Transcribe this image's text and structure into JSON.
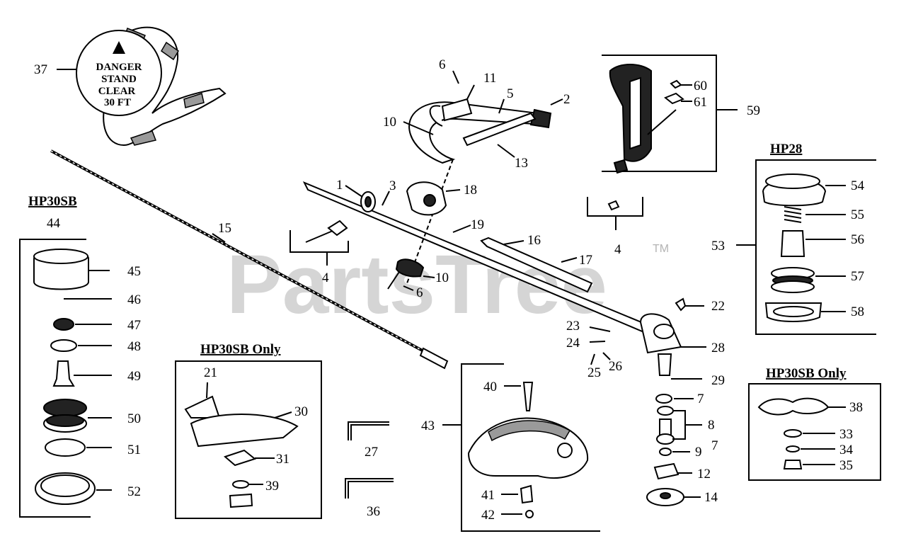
{
  "watermark": {
    "text": "PartsTree",
    "tm": "TM"
  },
  "warning_tag": {
    "line1": "DANGER",
    "line2": "STAND",
    "line3": "CLEAR",
    "line4": "30 FT"
  },
  "section_titles": {
    "left": "HP30SB",
    "blade": "HP30SB Only",
    "hp28": "HP28",
    "right": "HP30SB Only"
  },
  "part_numbers": {
    "p1": "1",
    "p2": "2",
    "p3": "3",
    "p4a": "4",
    "p4b": "4",
    "p5": "5",
    "p6a": "6",
    "p6b": "6",
    "p7a": "7",
    "p7b": "7",
    "p8": "8",
    "p9": "9",
    "p10a": "10",
    "p10b": "10",
    "p11": "11",
    "p12": "12",
    "p13": "13",
    "p14": "14",
    "p15": "15",
    "p16": "16",
    "p17": "17",
    "p18": "18",
    "p19": "19",
    "p21": "21",
    "p22": "22",
    "p23": "23",
    "p24": "24",
    "p25": "25",
    "p26": "26",
    "p27": "27",
    "p28": "28",
    "p29": "29",
    "p30": "30",
    "p31": "31",
    "p33": "33",
    "p34": "34",
    "p35": "35",
    "p36": "36",
    "p37": "37",
    "p38": "38",
    "p39": "39",
    "p40": "40",
    "p41": "41",
    "p42": "42",
    "p43": "43",
    "p44": "44",
    "p45": "45",
    "p46": "46",
    "p47": "47",
    "p48": "48",
    "p49": "49",
    "p50": "50",
    "p51": "51",
    "p52": "52",
    "p53": "53",
    "p54": "54",
    "p55": "55",
    "p56": "56",
    "p57": "57",
    "p58": "58",
    "p59": "59",
    "p60": "60",
    "p61": "61"
  },
  "colors": {
    "ink": "#000000",
    "watermark": "#b4b4b4",
    "background": "#ffffff"
  }
}
